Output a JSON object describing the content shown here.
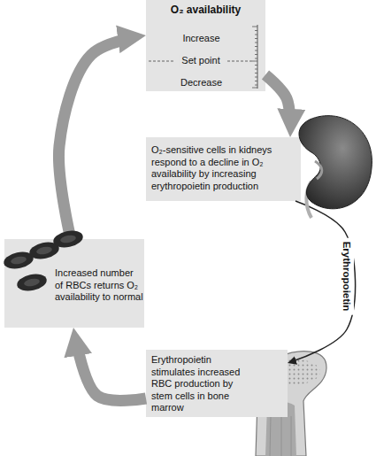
{
  "diagram": {
    "nodes": [
      {
        "text": [
          "O₂ availability",
          "Increase",
          "Set point",
          "Decrease"
        ]
      },
      {
        "text": [
          "O₂-sensitive cells in kidneys respond to a decline in O₂ availability by increasing erythropoietin production"
        ]
      },
      {
        "text": [
          "Erythropoietin stimulates increased RBC production by stem cells in bone marrow"
        ]
      },
      {
        "text": [
          "Increased number of RBCs returns O₂ availability to normal"
        ]
      }
    ],
    "edges": [
      {
        "from": 0,
        "to": 1,
        "arrow": "to"
      },
      {
        "from": 1,
        "to": 2,
        "label": "Erythropoietin",
        "arrow": "to"
      },
      {
        "from": 2,
        "to": 3,
        "arrow": "to"
      },
      {
        "from": 3,
        "to": 0,
        "arrow": "to"
      }
    ]
  }
}
